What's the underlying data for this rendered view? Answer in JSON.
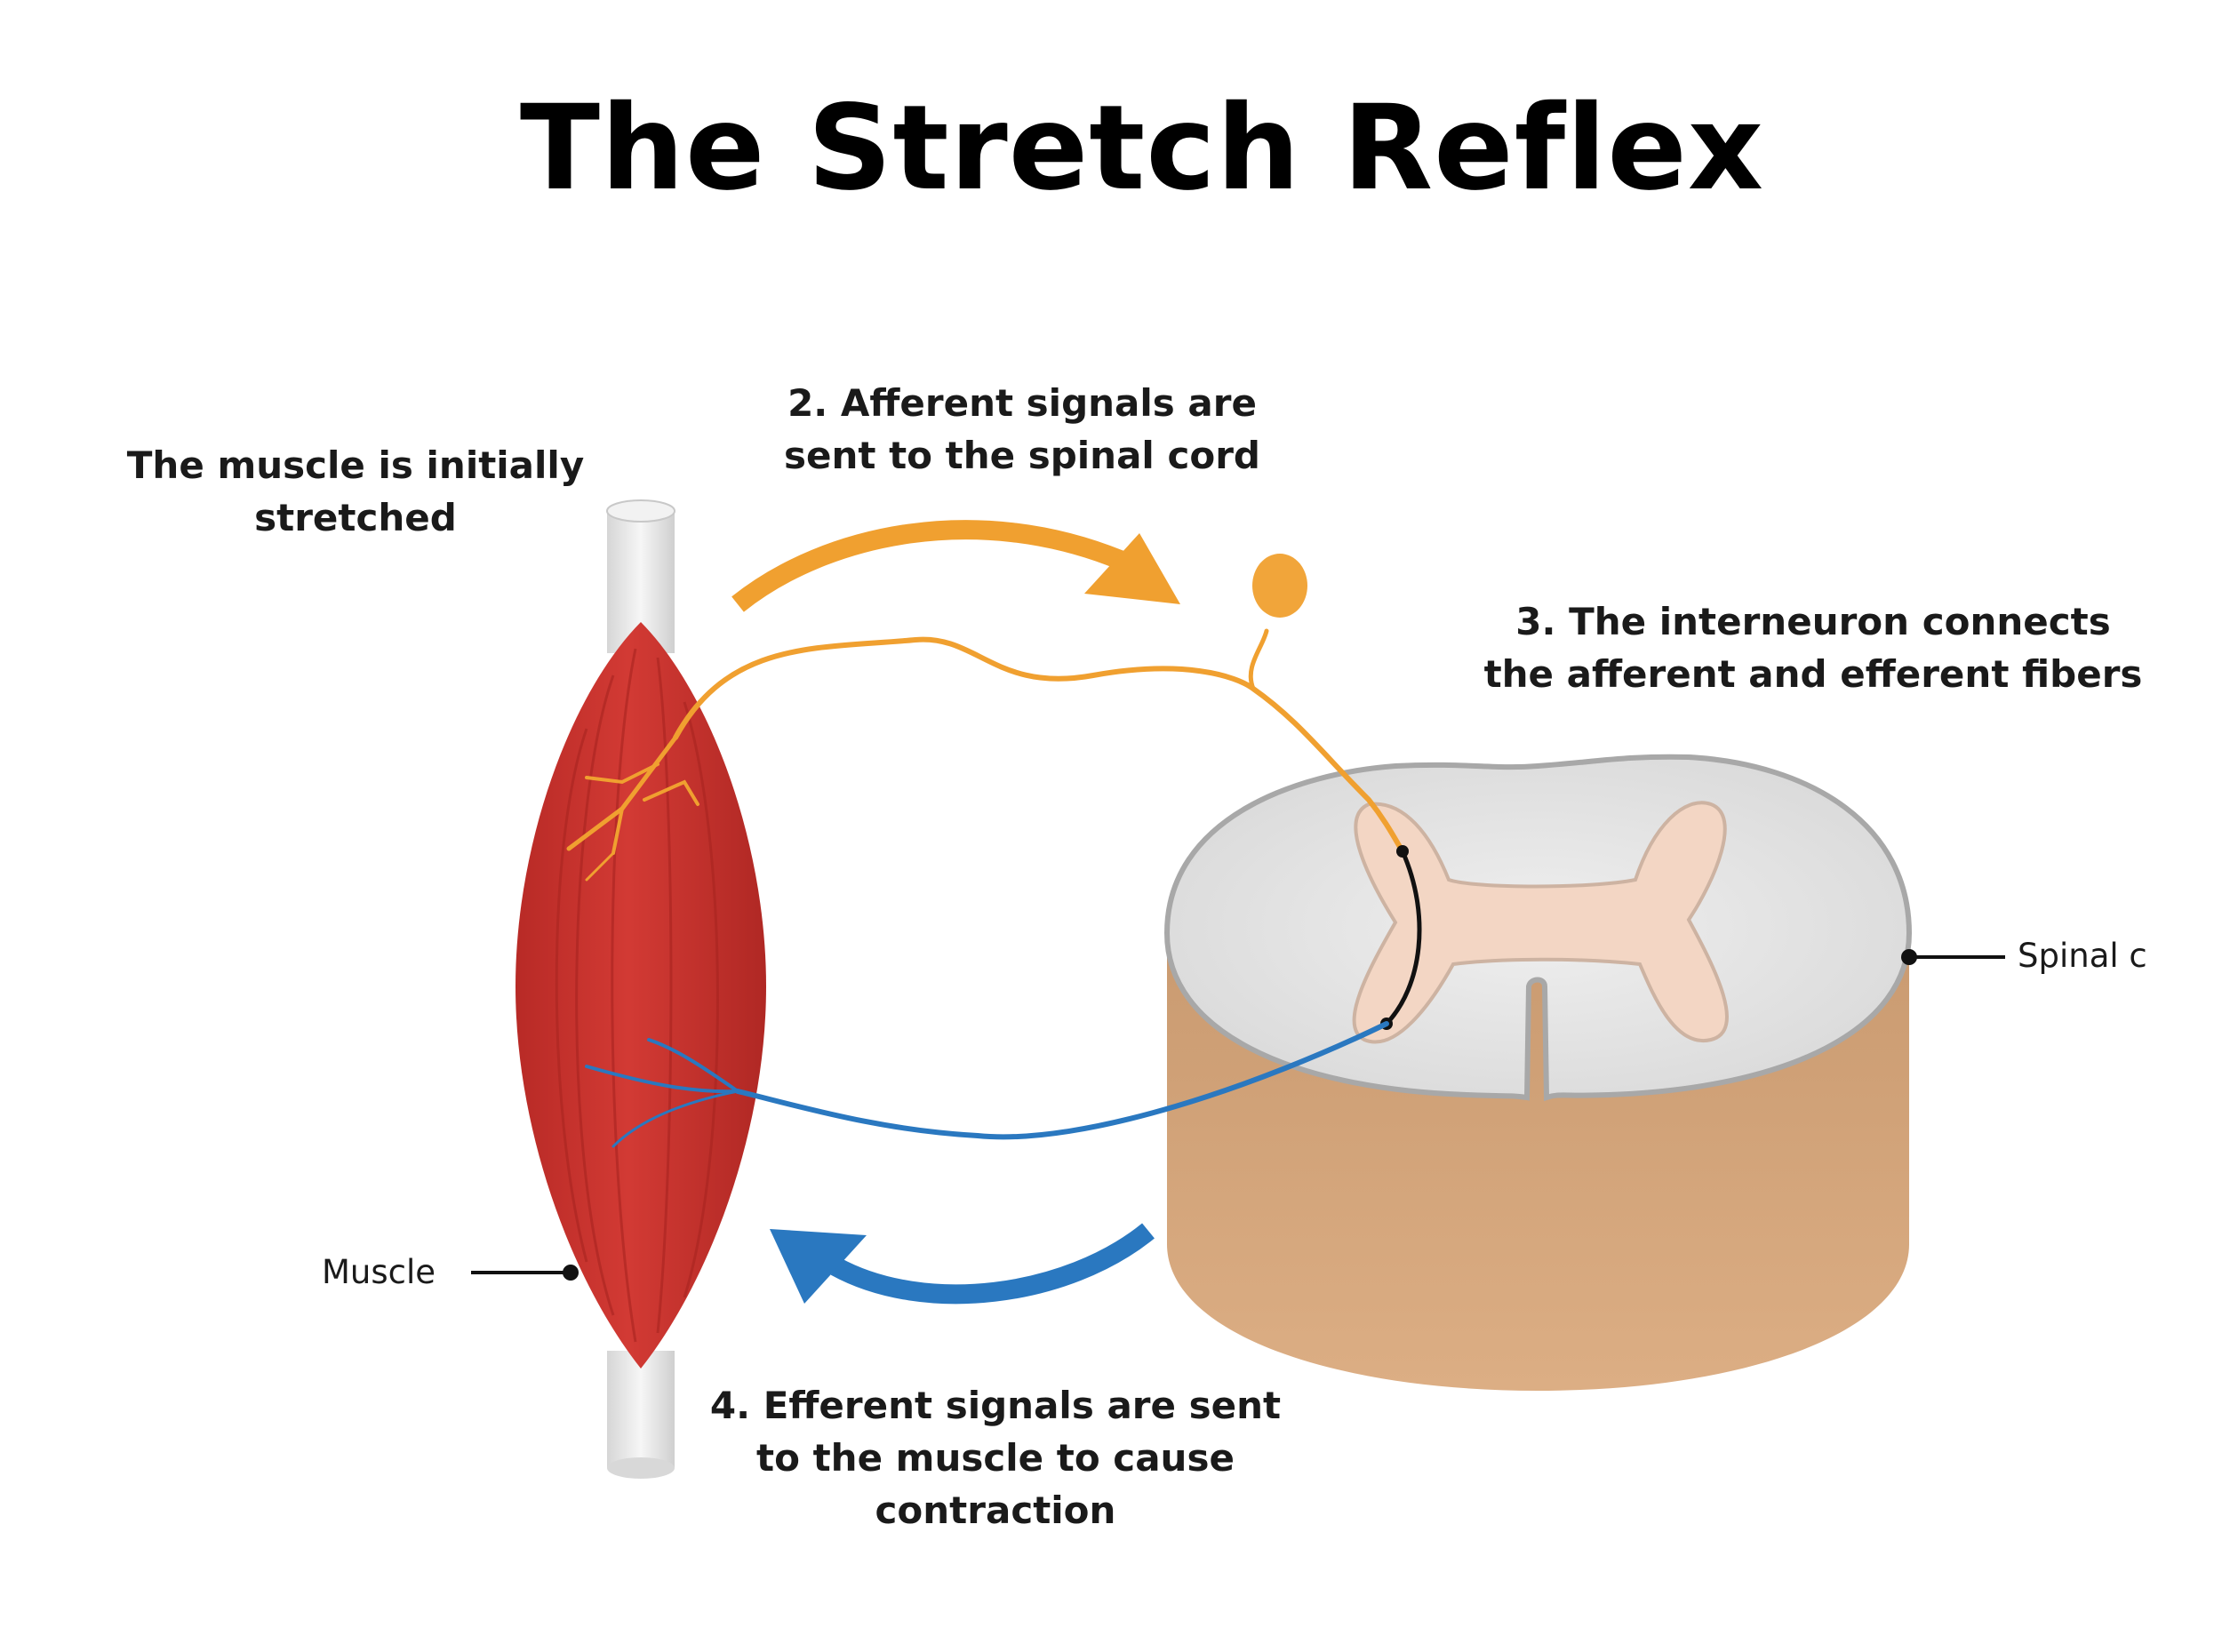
{
  "title": "The Stretch Reflex",
  "steps": {
    "step1": "The muscle is initially\nstretched",
    "step2": "2.  Afferent signals are\nsent to the spinal cord",
    "step3": "3.  The interneuron connects\nthe afferent and efferent fibers",
    "step4": "4.  Efferent signals are sent\nto the muscle to cause\ncontraction"
  },
  "labels": {
    "muscle": "Muscle",
    "spinal_cord": "Spinal c"
  },
  "colors": {
    "afferent": "#f0a030",
    "efferent": "#2a78c0",
    "muscle": "#c8302c",
    "tendon": "#e8e8e8",
    "spinal_cord_side": "#d7a97e",
    "white_matter": "#e6e6e6",
    "gray_matter": "#f3d6c4"
  }
}
